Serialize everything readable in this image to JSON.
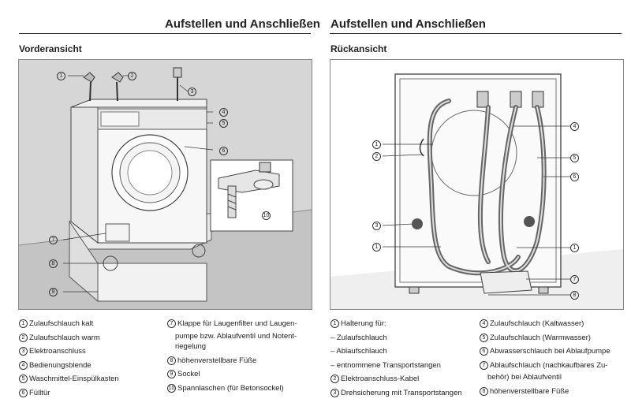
{
  "left": {
    "page_title": "Aufstellen und Anschließen",
    "section_title": "Vorderansicht",
    "callouts": [
      "1",
      "2",
      "3",
      "4",
      "5",
      "6",
      "7",
      "8",
      "9",
      "10"
    ],
    "legend_col1": [
      {
        "n": "1",
        "text": "Zulaufschlauch kalt"
      },
      {
        "n": "2",
        "text": "Zulaufschlauch warm"
      },
      {
        "n": "3",
        "text": "Elektroanschluss"
      },
      {
        "n": "4",
        "text": "Bedienungsblende"
      },
      {
        "n": "5",
        "text": "Waschmittel-Einspülkasten"
      },
      {
        "n": "6",
        "text": "Fülltür"
      }
    ],
    "legend_col2": [
      {
        "n": "7",
        "text": "Klappe für Laugenfilter und Laugen-",
        "cont": "pumpe bzw. Ablaufventil und Notent-\nriegelung"
      },
      {
        "n": "8",
        "text": "höhenverstellbare Füße"
      },
      {
        "n": "9",
        "text": "Sockel"
      },
      {
        "n": "10",
        "text": "Spannlaschen (für Betonsockel)"
      }
    ]
  },
  "right": {
    "page_title": "Aufstellen und Anschließen",
    "section_title": "Rückansicht",
    "callouts": [
      "1",
      "2",
      "3",
      "4",
      "5",
      "6",
      "7",
      "8"
    ],
    "legend_col1": [
      {
        "n": "1",
        "text": "Halterung für:"
      },
      {
        "n": "",
        "text": "–  Zulaufschlauch"
      },
      {
        "n": "",
        "text": "–  Ablaufschlauch"
      },
      {
        "n": "",
        "text": "–  entnommene Transportstangen"
      },
      {
        "n": "2",
        "text": "Elektroanschluss-Kabel"
      },
      {
        "n": "3",
        "text": "Drehsicherung mit Transportstangen"
      }
    ],
    "legend_col2": [
      {
        "n": "4",
        "text": "Zulaufschlauch (Kaltwasser)"
      },
      {
        "n": "5",
        "text": "Zulaufschlauch (Warmwasser)"
      },
      {
        "n": "6",
        "text": "Abwasserschlauch bei Ablaufpumpe"
      },
      {
        "n": "7",
        "text": "Ablaufschlauch (nachkaufbares Zu-",
        "cont": "behör) bei Ablaufventil"
      },
      {
        "n": "8",
        "text": "höhenverstellbare Füße"
      }
    ]
  }
}
